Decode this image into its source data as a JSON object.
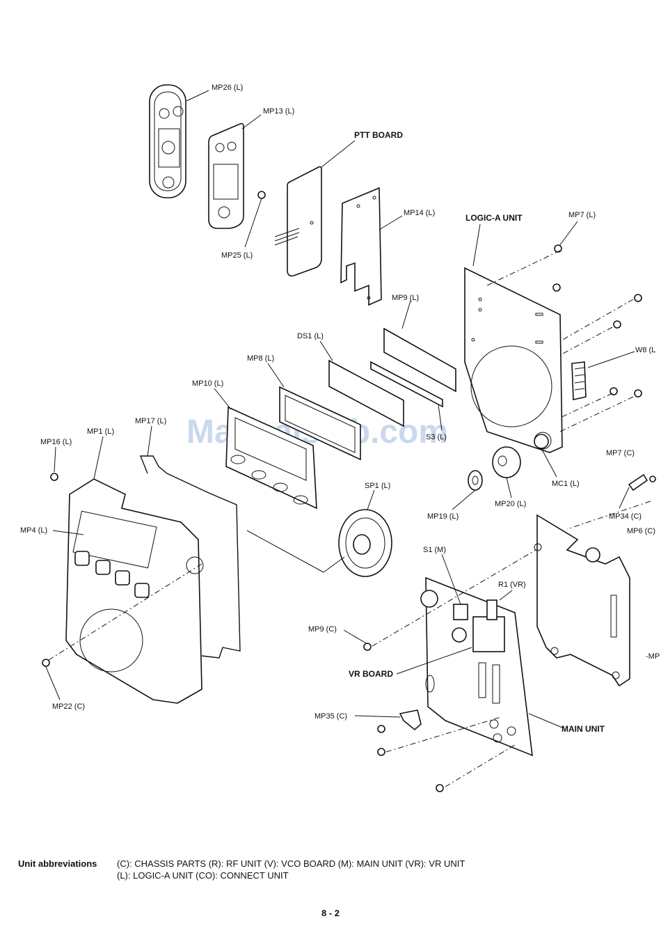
{
  "watermark": "ManualsLib.com",
  "labels": {
    "mp26": "MP26 (L)",
    "mp13": "MP13 (L)",
    "ptt_board": "PTT BOARD",
    "mp14": "MP14 (L)",
    "mp25": "MP25 (L)",
    "logic_a_unit": "LOGIC-A UNIT",
    "mp7_l": "MP7 (L)",
    "mp9_l": "MP9 (L)",
    "ds1": "DS1 (L)",
    "mp8": "MP8 (L)",
    "mp10": "MP10 (L)",
    "w8": "W8 (L",
    "mp17": "MP17 (L)",
    "mp16": "MP16 (L)",
    "mp1": "MP1 (L)",
    "s3": "S3 (L)",
    "mc1": "MC1 (L)",
    "mp7_c": "MP7 (C)",
    "sp1": "SP1 (L)",
    "mp20": "MP20 (L)",
    "mp19": "MP19 (L)",
    "mp34": "MP34 (C)",
    "mp4": "MP4 (L)",
    "mp6": "MP6 (C)",
    "s1": "S1 (M)",
    "r1": "R1 (VR)",
    "mp9_c": "MP9 (C)",
    "vr_board": "VR BOARD",
    "mp_partial": "-MP",
    "mp22": "MP22 (C)",
    "mp35": "MP35 (C)",
    "main_unit": "MAIN UNIT"
  },
  "footer": {
    "heading": "Unit abbreviations",
    "line1": "(C): CHASSIS PARTS  (R): RF UNIT  (V): VCO BOARD  (M): MAIN UNIT  (VR): VR UNIT",
    "line2": "(L): LOGIC-A UNIT  (CO): CONNECT UNIT"
  },
  "page_number": "8 - 2"
}
